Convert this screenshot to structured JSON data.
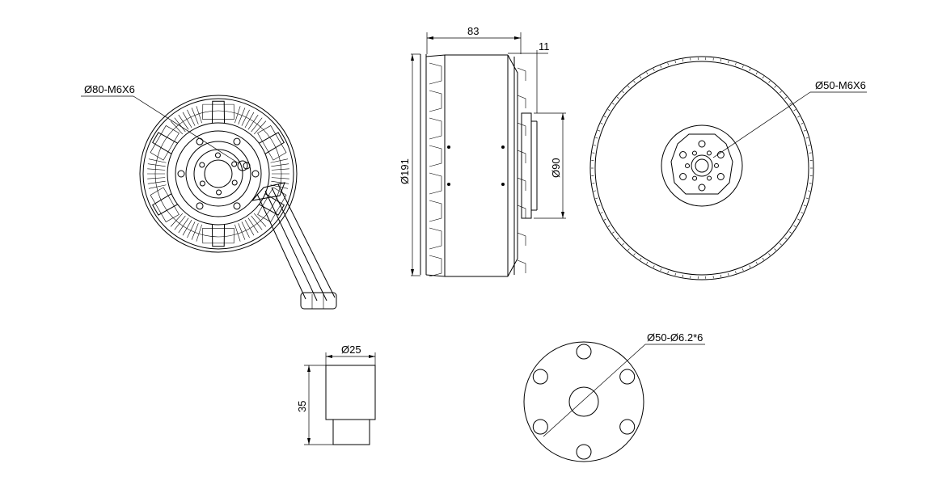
{
  "labels": {
    "front_mount": "Ø80-M6X6",
    "length": "83",
    "shaft_ext": "11",
    "diameter": "Ø191",
    "flange_dia": "Ø90",
    "rear_mount": "Ø50-M6X6",
    "shaft_dia": "Ø25",
    "shaft_len": "35",
    "hole_pattern": "Ø50-Ø6.2*6"
  }
}
